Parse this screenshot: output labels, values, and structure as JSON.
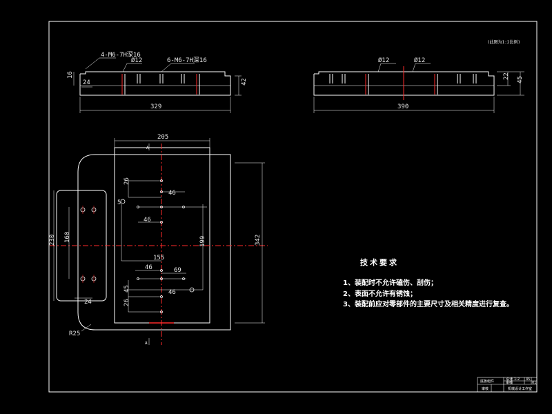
{
  "colors": {
    "background": "#000000",
    "lines": "#ffffff",
    "centerlines": "#ff2a2a",
    "dimensions": "#e8e8e8"
  },
  "top_left_view": {
    "hole_callout_1": "4-M6-7H深16",
    "hole_callout_2": "6-M6-7H深16",
    "bore_1": "Ø12",
    "height_1": "16",
    "height_2": "42",
    "offset_1": "24",
    "overall_length": "329"
  },
  "top_right_view": {
    "corner_note": "(此图为1:2比例)",
    "bore_1": "Ø12",
    "bore_2": "Ø12",
    "height_1": "22",
    "height_2": "45",
    "overall_length": "390"
  },
  "plan_view": {
    "width_top": "205",
    "section_mark_top": "A",
    "section_mark_bottom": "A",
    "height_overall": "342",
    "height_inner": "199",
    "left_plate_height": "230",
    "left_plate_pitch": "160",
    "left_plate_offset": "24",
    "dim_26_top": "26",
    "dim_46_a": "46",
    "dim_46_b": "46",
    "dim_46_c": "46",
    "dim_46_d": "46",
    "dim_155": "155",
    "dim_69": "69",
    "dim_45": "45",
    "dim_26_bottom": "26",
    "dim_5": "5",
    "radius": "R25"
  },
  "technical_requirements": {
    "heading": "技术要求",
    "items": [
      "1、装配时不允许磕伤、刮伤；",
      "2、表面不允许有锈蚀；",
      "3、装配前应对零部件的主要尺寸及相关精度进行复查。"
    ]
  },
  "title_block": {
    "part_name": "底板组件",
    "material": "45",
    "drawing_no": "01",
    "scale": "1:2",
    "designer": "设计",
    "checker": "审核",
    "company": "机械设计工作室"
  }
}
